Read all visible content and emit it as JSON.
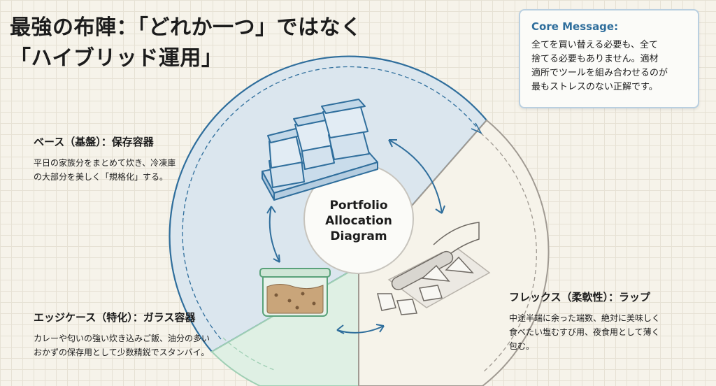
{
  "title": {
    "line1": "最強の布陣：「どれか一つ」ではなく",
    "line2": "「ハイブリッド運用」"
  },
  "core_message": {
    "heading": "Core Message:",
    "lines": [
      "全てを買い替える必要も、全て",
      "捨てる必要もありません。適材",
      "適所でツールを組み合わせるのが",
      "最もストレスのない正解です。"
    ]
  },
  "center": {
    "line1": "Portfolio",
    "line2": "Allocation",
    "line3": "Diagram"
  },
  "segments": {
    "base": {
      "heading": "ベース（基盤）：保存容器",
      "lines": [
        "平日の家族分をまとめて炊き、冷凍庫",
        "の大部分を美しく「規格化」する。"
      ]
    },
    "edge": {
      "heading": "エッジケース（特化）：ガラス容器",
      "lines": [
        "カレーや匂いの強い炊き込みご飯、油分の多い",
        "おかずの保存用として少数精鋭でスタンバイ。"
      ]
    },
    "flex": {
      "heading": "フレックス（柔軟性）：ラップ",
      "lines": [
        "中途半端に余った端数、絶対に美味しく",
        "食べたい塩むすび用、夜食用として薄く",
        "包む。"
      ]
    }
  },
  "colors": {
    "base_fill": "#dbe6ee",
    "base_stroke": "#2f6e9c",
    "edge_fill": "#dff0e4",
    "edge_stroke": "#9fcfb4",
    "flex_stroke": "#a09a92",
    "arrow": "#2f6e9c",
    "core_heading": "#2f6e9c"
  },
  "icons": [
    "stacked-containers-icon",
    "glass-container-icon",
    "plastic-wrap-icon"
  ]
}
